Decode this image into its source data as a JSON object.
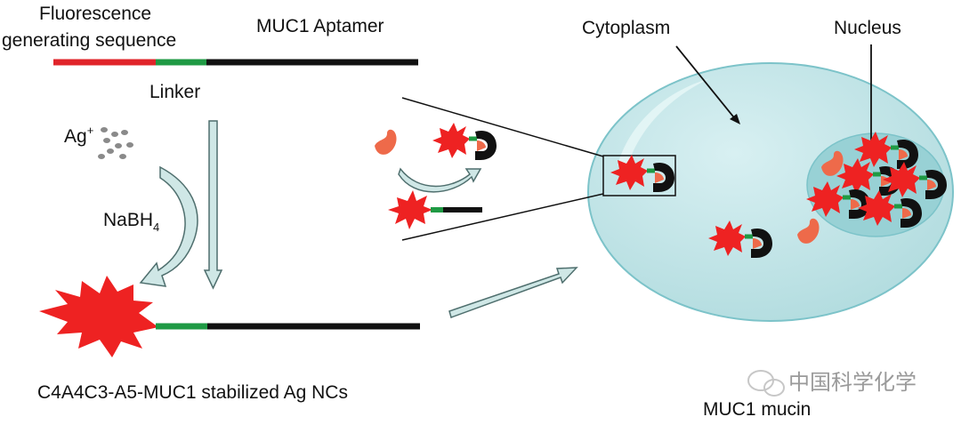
{
  "labels": {
    "fluorescence_line1": "Fluorescence",
    "fluorescence_line2": "generating sequence",
    "aptamer": "MUC1 Aptamer",
    "linker": "Linker",
    "silver_ion": "Ag",
    "silver_ion_charge": "+",
    "reductant": "NaBH",
    "reductant_subscript": "4",
    "product": "C4A4C3-A5-MUC1 stabilized Ag NCs",
    "cytoplasm": "Cytoplasm",
    "nucleus": "Nucleus",
    "mucin": "MUC1 mucin"
  },
  "watermark": {
    "text": "中国科学化学",
    "icon": "wechat-icon"
  },
  "colors": {
    "fluorescence_segment": "#e0242a",
    "linker_segment": "#1f9a44",
    "aptamer_segment": "#111111",
    "nanocluster": "#ee2222",
    "mucin": "#ee6a4a",
    "cell_fill": "#bfe3e6",
    "cell_stroke": "#7cc3c9",
    "nucleus_fill": "#98d1d5",
    "arrow_fill": "#cfe7e6",
    "arrow_stroke": "#4f6f6e"
  },
  "icons": [
    "silver-ion-dots-icon",
    "curved-arrow-icon",
    "down-arrow-icon",
    "right-arrow-icon",
    "nanocluster-burst-icon",
    "mucin-icon",
    "aptamer-complex-icon"
  ]
}
